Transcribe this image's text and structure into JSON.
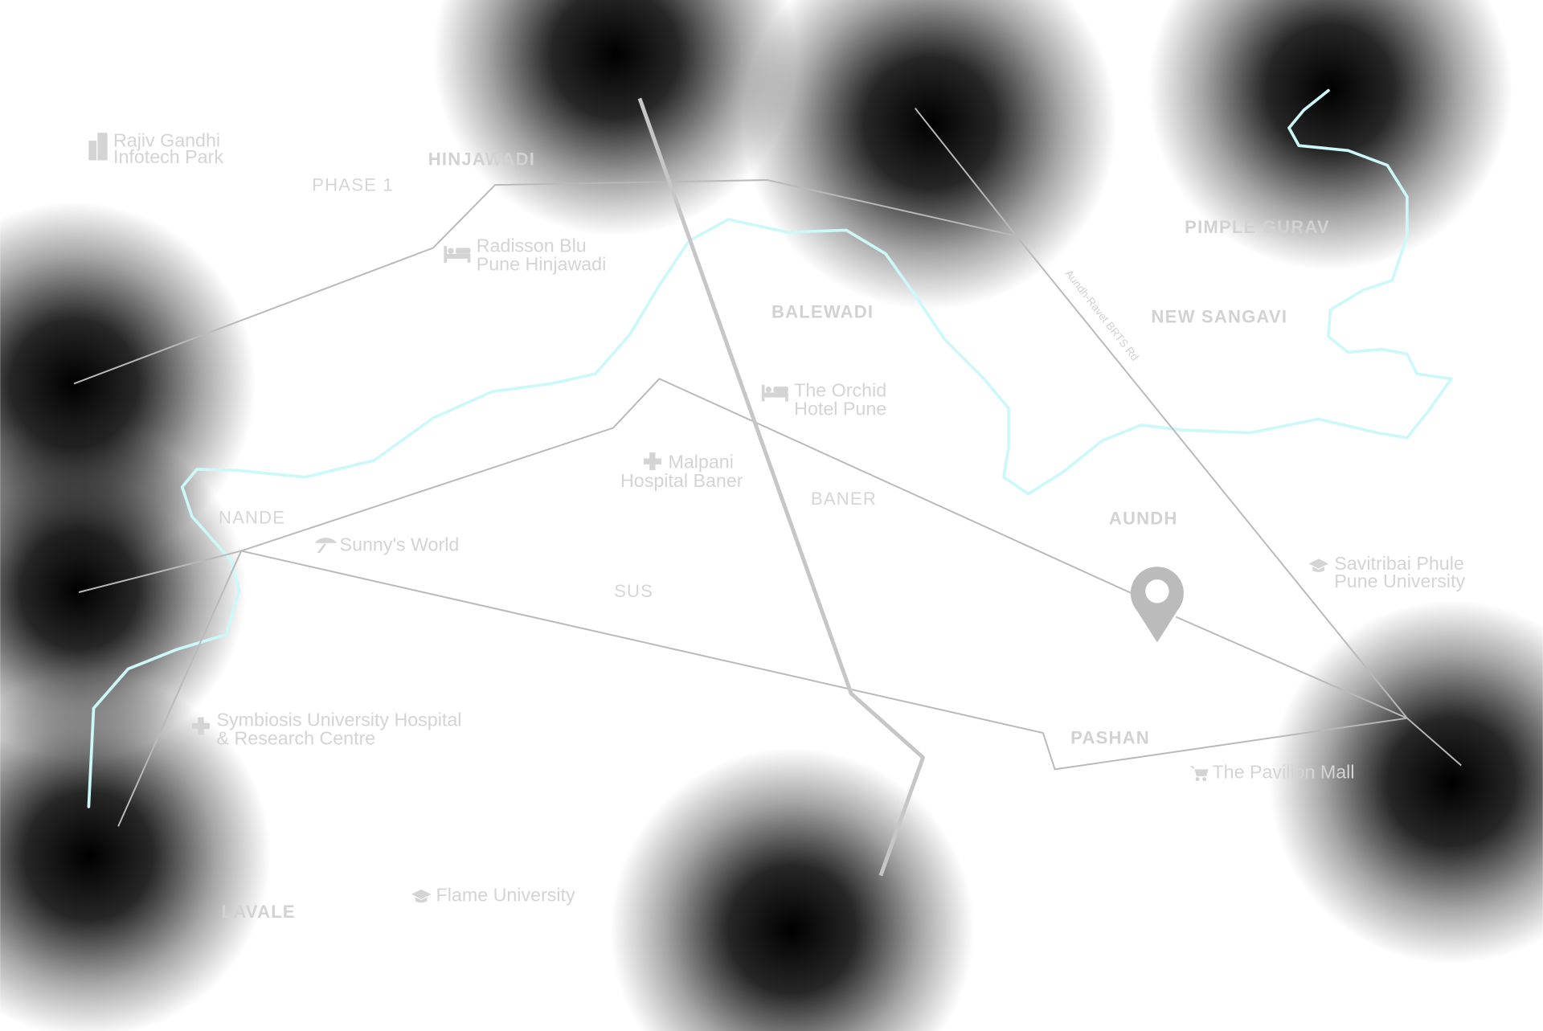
{
  "map": {
    "colors": {
      "river": "#cdf8fa",
      "road": "#b9b9b9",
      "label": "#d2d2d2",
      "pin": "#bbbbbb",
      "heat": "#000000"
    },
    "areas": [
      {
        "id": "hinjawadi",
        "label": "HINJAWADI"
      },
      {
        "id": "phase1",
        "label": "PHASE 1"
      },
      {
        "id": "balewadi",
        "label": "BALEWADI"
      },
      {
        "id": "pimple-gurav",
        "label": "PIMPLE GURAV"
      },
      {
        "id": "new-sangavi",
        "label": "NEW SANGAVI"
      },
      {
        "id": "nande",
        "label": "NANDE"
      },
      {
        "id": "baner",
        "label": "BANER"
      },
      {
        "id": "aundh",
        "label": "AUNDH"
      },
      {
        "id": "sus",
        "label": "SUS"
      },
      {
        "id": "pashan",
        "label": "PASHAN"
      },
      {
        "id": "lavale",
        "label": "LAVALE"
      }
    ],
    "pois": [
      {
        "icon": "building-icon",
        "lines": [
          "Rajiv Gandhi",
          "Infotech Park"
        ]
      },
      {
        "icon": "hotel-bed-icon",
        "lines": [
          "Radisson Blu",
          "Pune Hinjawadi"
        ]
      },
      {
        "icon": "hotel-bed-icon",
        "lines": [
          "The Orchid",
          "Hotel Pune"
        ]
      },
      {
        "icon": "hospital-cross-icon",
        "lines": [
          "Malpani",
          "Hospital Baner"
        ]
      },
      {
        "icon": "amusement-park-icon",
        "lines": [
          "Sunny's World"
        ]
      },
      {
        "icon": "graduation-cap-icon",
        "lines": [
          "Savitribai Phule",
          "Pune University"
        ]
      },
      {
        "icon": "hospital-cross-icon",
        "lines": [
          "Symbiosis University Hospital",
          "& Research Centre"
        ]
      },
      {
        "icon": "shopping-cart-icon",
        "lines": [
          "The Pavilion Mall"
        ]
      },
      {
        "icon": "graduation-cap-icon",
        "lines": [
          "Flame University"
        ]
      }
    ],
    "roads": [
      {
        "label": "Aundh-Ravet BRTS Rd"
      }
    ]
  }
}
